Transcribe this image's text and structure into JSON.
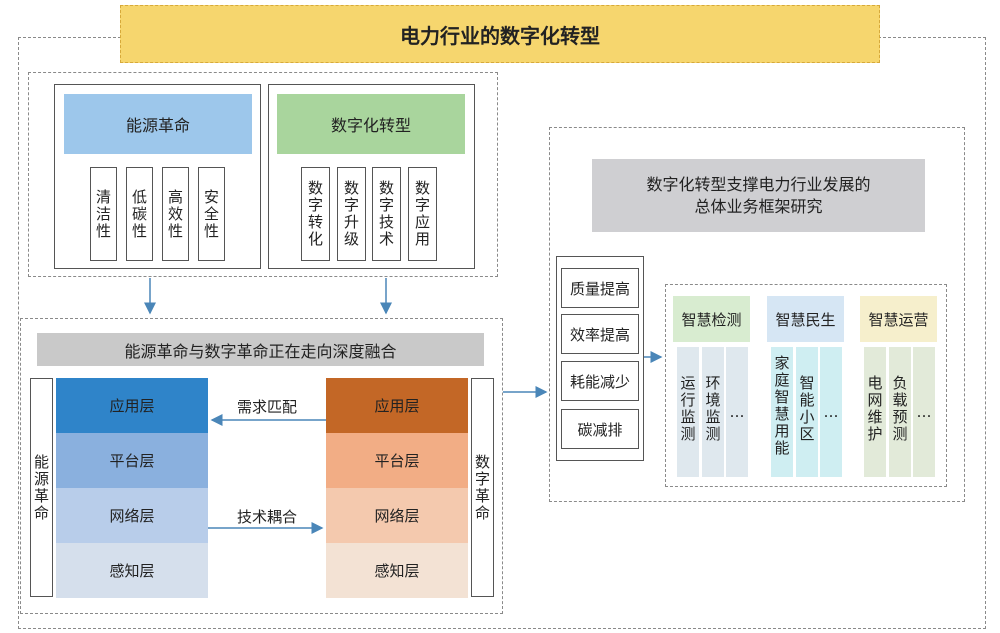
{
  "title": "电力行业的数字化转型",
  "top_left": {
    "energy": {
      "header": "能源革命",
      "items": [
        "清洁性",
        "低碳性",
        "高效性",
        "安全性"
      ]
    },
    "digital": {
      "header": "数字化转型",
      "items": [
        "数字转化",
        "数字升级",
        "数字技术",
        "数字应用"
      ]
    }
  },
  "fusion": {
    "header": "能源革命与数字革命正在走向深度融合",
    "left_side_label": "能源革命",
    "right_side_label": "数字革命",
    "left_layers": [
      "应用层",
      "平台层",
      "网络层",
      "感知层"
    ],
    "right_layers": [
      "应用层",
      "平台层",
      "网络层",
      "感知层"
    ],
    "arrow_top_label": "需求匹配",
    "arrow_bottom_label": "技术耦合"
  },
  "right": {
    "header": "数字化转型支撑电力行业发展的\n总体业务框架研究",
    "goals": [
      "质量提高",
      "效率提高",
      "耗能减少",
      "碳减排"
    ],
    "groups": [
      {
        "title": "智慧检测",
        "items": [
          "运行监测",
          "环境监测",
          "…"
        ]
      },
      {
        "title": "智慧民生",
        "items": [
          "家庭智慧用能",
          "智能小区",
          "…"
        ]
      },
      {
        "title": "智慧运营",
        "items": [
          "电网维护",
          "负载预测",
          "…"
        ]
      }
    ]
  },
  "colors": {
    "title_bg": "#f6d66e",
    "title_border": "#d7a93a",
    "energy_header": "#9dc7eb",
    "digital_header": "#a9d59d",
    "fusion_header": "#c9c9c9",
    "right_header": "#cfcfd2",
    "left_layers": [
      "#2f84c9",
      "#8ab0de",
      "#b8cdea",
      "#d5dfec"
    ],
    "right_layers": [
      "#c36726",
      "#f2ad85",
      "#f4c9ae",
      "#f3e2d4"
    ],
    "group1_title": "#d8ecd0",
    "group1_items": "#dfe8ee",
    "group2_title": "#d6e6f4",
    "group2_items": "#cfeef2",
    "group3_title": "#f6efcc",
    "group3_items": "#e2ead9",
    "arrow": "#4a86b8"
  }
}
